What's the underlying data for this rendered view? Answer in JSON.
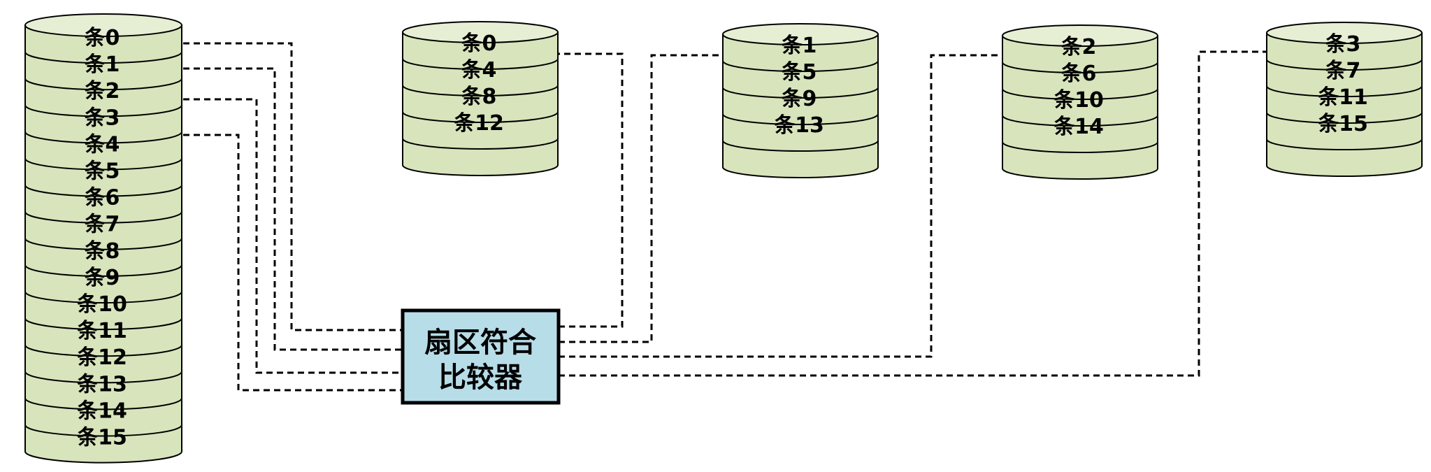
{
  "colors": {
    "disk_fill": "#d8e4bc",
    "disk_top_fill": "#e6eed4",
    "disk_stroke": "#000000",
    "comparator_fill": "#b7dde8",
    "comparator_stroke": "#000000",
    "connector": "#000000"
  },
  "source_disk": {
    "strips": [
      "条0",
      "条1",
      "条2",
      "条3",
      "条4",
      "条5",
      "条6",
      "条7",
      "条8",
      "条9",
      "条10",
      "条11",
      "条12",
      "条13",
      "条14",
      "条15"
    ]
  },
  "target_disks": [
    {
      "strips": [
        "条0",
        "条4",
        "条8",
        "条12"
      ]
    },
    {
      "strips": [
        "条1",
        "条5",
        "条9",
        "条13"
      ]
    },
    {
      "strips": [
        "条2",
        "条6",
        "条10",
        "条14"
      ]
    },
    {
      "strips": [
        "条3",
        "条7",
        "条11",
        "条15"
      ]
    }
  ],
  "comparator": {
    "line1": "扇区符合",
    "line2": "比较器"
  }
}
